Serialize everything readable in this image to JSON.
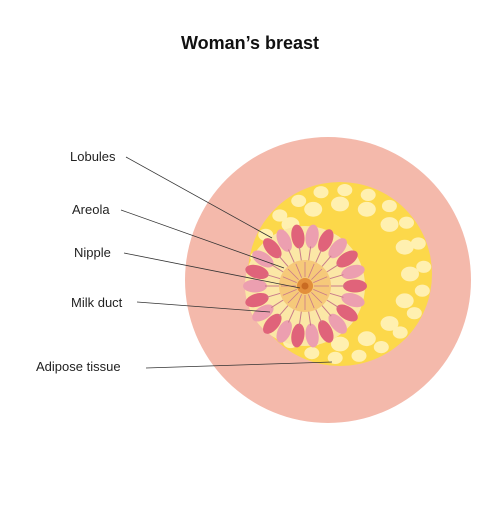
{
  "title": "Woman’s breast",
  "labels": {
    "lobules": "Lobules",
    "areola": "Areola",
    "nipple": "Nipple",
    "milk_duct": "Milk duct",
    "adipose_tissue": "Adipose tissue"
  },
  "image_id": "1384079488",
  "colors": {
    "skin": "#f4b9ab",
    "fat": "#fcd84a",
    "fat_cells": "#fff0b0",
    "lobule_dark": "#e0637a",
    "lobule_light": "#ec9fb0",
    "areola": "#f6c97a",
    "nipple": "#e38f3b",
    "duct": "#c87a8a",
    "muscle": "#ebebeb"
  }
}
